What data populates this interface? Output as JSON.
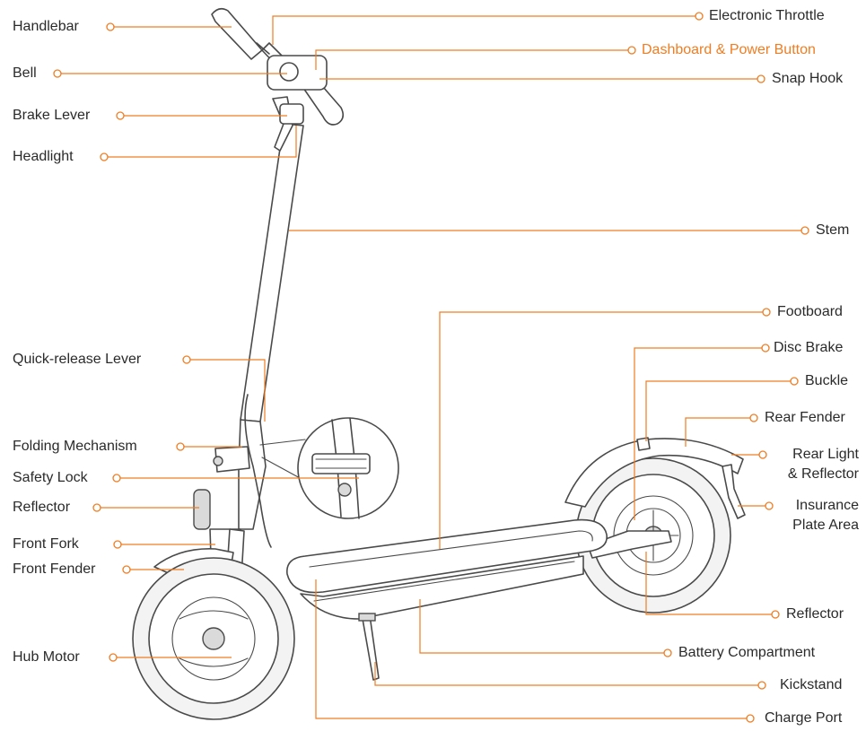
{
  "colors": {
    "accent": "#ef7d23",
    "text": "#2a2a2a",
    "outline": "#4a4a4a"
  },
  "labels": {
    "handlebar": "Handlebar",
    "bell": "Bell",
    "brake_lever": "Brake Lever",
    "headlight": "Headlight",
    "quick_release_lever": "Quick-release Lever",
    "folding_mechanism": "Folding Mechanism",
    "safety_lock": "Safety Lock",
    "reflector_front": "Reflector",
    "front_fork": "Front Fork",
    "front_fender": "Front Fender",
    "hub_motor": "Hub Motor",
    "electronic_throttle": "Electronic Throttle",
    "dashboard_power_button": "Dashboard & Power Button",
    "snap_hook": "Snap Hook",
    "stem": "Stem",
    "footboard": "Footboard",
    "disc_brake": "Disc Brake",
    "buckle": "Buckle",
    "rear_fender": "Rear Fender",
    "rear_light_line1": "Rear Light",
    "rear_light_line2": "& Reflector",
    "insurance_line1": "Insurance",
    "insurance_line2": "Plate Area",
    "reflector_rear": "Reflector",
    "battery_compartment": "Battery Compartment",
    "kickstand": "Kickstand",
    "charge_port": "Charge Port"
  }
}
